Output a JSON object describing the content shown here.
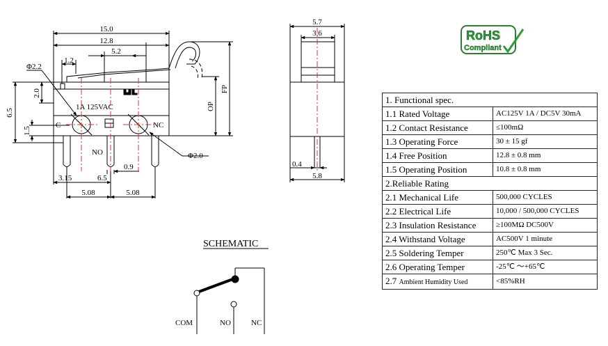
{
  "dimensions": {
    "front": {
      "overall_length": "15.0",
      "lever_length": "12.8",
      "hinge_offset": "5.2",
      "short_offset": "1.2",
      "hole_dia_top": "Φ2.2",
      "hole_dia_bottom": "Φ2.0",
      "height_total": "6.5",
      "height_upper": "2.0",
      "height_lower": "1.5",
      "op_label": "OP",
      "fp_label": "FP",
      "pin_gap": "0.9",
      "pin_offset_left": "3.15",
      "pin_offset_mid": "6.5",
      "pitch_left": "5.08",
      "pitch_right": "5.08",
      "rating_mark": "1A 125VAC",
      "term_c": "C",
      "term_no": "NO",
      "term_nc": "NC"
    },
    "side": {
      "overall_width": "5.7",
      "actuator_width": "3.6",
      "base_width": "5.8",
      "pin_thickness": "0.4"
    }
  },
  "schematic": {
    "title": "SCHEMATIC",
    "com": "COM",
    "no": "NO",
    "nc": "NC"
  },
  "rohs": {
    "line1": "RoHS",
    "line2": "Compliant"
  },
  "spec_table": {
    "rows": [
      {
        "label": "1. Functional spec.",
        "value": ""
      },
      {
        "label": "1.1 Rated Voltage",
        "value": "AC125V 1A / DC5V 30mA"
      },
      {
        "label": "1.2 Contact Resistance",
        "value": "≤100mΩ"
      },
      {
        "label": "1.3 Operating Force",
        "value": "30 ± 15 gf"
      },
      {
        "label": "1.4 Free Position",
        "value": "12.8 ± 0.8 mm"
      },
      {
        "label": "1.5 Operating Position",
        "value": "10.8 ± 0.8 mm"
      },
      {
        "label": "2.Reliable Rating",
        "value": ""
      },
      {
        "label": "2.1 Mechanical Life",
        "value": "500,000 CYCLES"
      },
      {
        "label": "2.2 Electrical Life",
        "value": "10,000 / 500,000 CYCLES"
      },
      {
        "label": "2.3 Insulation Resistance",
        "value": "≥100MΩ DC500V"
      },
      {
        "label": "2.4 Withstand Voltage",
        "value": "AC500V 1 minute"
      },
      {
        "label": "2.5 Soldering Temper",
        "value": "250℃ Max 3 Sec."
      },
      {
        "label": "2.6 Operating Temper",
        "value": "-25℃ ～+65℃"
      },
      {
        "label": "2.7",
        "label_small": "Ambient Humidity Used",
        "value": "<85%RH"
      }
    ]
  }
}
